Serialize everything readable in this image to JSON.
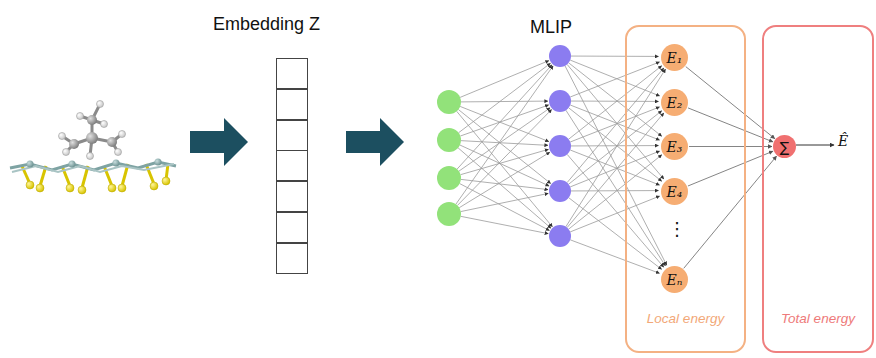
{
  "diagram": {
    "nodes": [
      {
        "text": [
          "Embedding Z"
        ]
      },
      {
        "text": [
          "Local energy"
        ]
      },
      {
        "text": [
          "E₁"
        ],
        "in": 1
      },
      {
        "text": [
          "E₂"
        ],
        "in": 1
      },
      {
        "text": [
          "E₃"
        ],
        "in": 1
      },
      {
        "text": [
          "E₄"
        ],
        "in": 1
      },
      {
        "text": [
          "Eₙ"
        ],
        "in": 1
      },
      {
        "text": [
          "Total energy"
        ]
      },
      {
        "text": [
          "∑"
        ],
        "in": 7
      }
    ],
    "edges": [
      {
        "from": 2,
        "to": 8,
        "arrow": "to"
      },
      {
        "from": 3,
        "to": 8,
        "arrow": "to"
      },
      {
        "from": 4,
        "to": 8,
        "arrow": "to"
      },
      {
        "from": 5,
        "to": 8,
        "arrow": "to"
      },
      {
        "from": 6,
        "to": 8,
        "arrow": "to"
      }
    ],
    "labels": [
      "MLIP",
      "⋮",
      "Ê"
    ]
  }
}
